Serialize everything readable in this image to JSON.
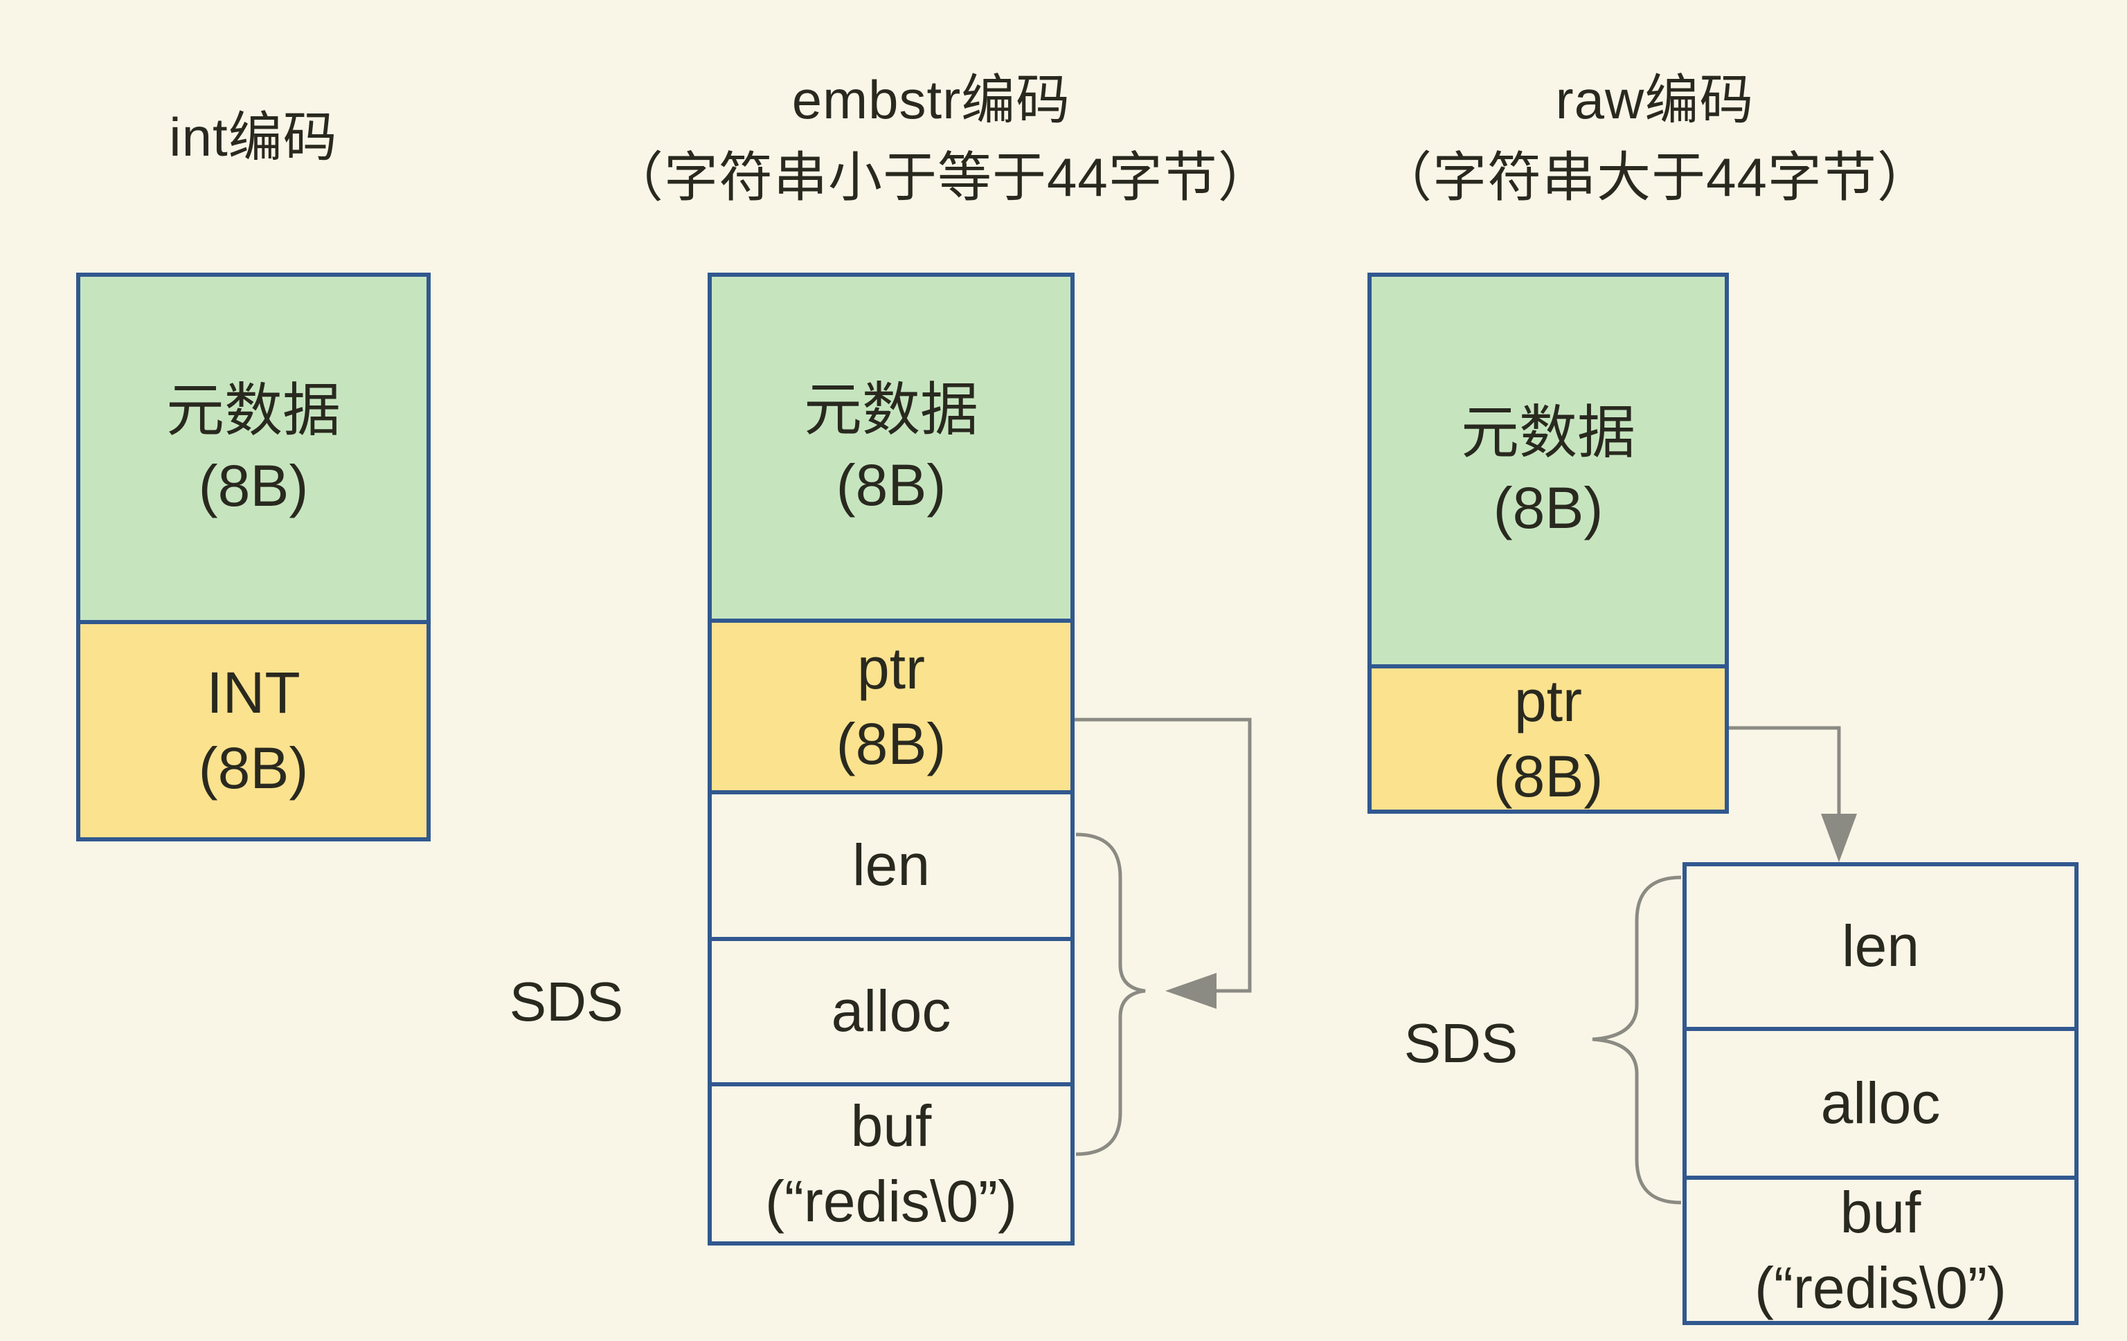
{
  "colors": {
    "background": "#F9F6E8",
    "metadata_green": "#C6E5BF",
    "pointer_yellow": "#FBE28F",
    "box_border_blue": "#31588F",
    "connector_gray": "#8B8B83",
    "text": "#29291F"
  },
  "headers": {
    "int": {
      "line1": "int编码"
    },
    "embstr": {
      "line1": "embstr编码",
      "line2": "（字符串小于等于44字节）"
    },
    "raw": {
      "line1": "raw编码",
      "line2": "（字符串大于44字节）"
    }
  },
  "int_block": {
    "metadata": {
      "line1": "元数据",
      "line2": "(8B)"
    },
    "int": {
      "line1": "INT",
      "line2": "(8B)"
    }
  },
  "embstr_block": {
    "sds_label": "SDS",
    "metadata": {
      "line1": "元数据",
      "line2": "(8B)"
    },
    "ptr": {
      "line1": "ptr",
      "line2": "(8B)"
    },
    "len": "len",
    "alloc": "alloc",
    "buf": {
      "line1": "buf",
      "line2": "(“redis\\0”)"
    }
  },
  "raw_block": {
    "sds_label": "SDS",
    "metadata": {
      "line1": "元数据",
      "line2": "(8B)"
    },
    "ptr": {
      "line1": "ptr",
      "line2": "(8B)"
    },
    "len": "len",
    "alloc": "alloc",
    "buf": {
      "line1": "buf",
      "line2": "(“redis\\0”)"
    }
  }
}
